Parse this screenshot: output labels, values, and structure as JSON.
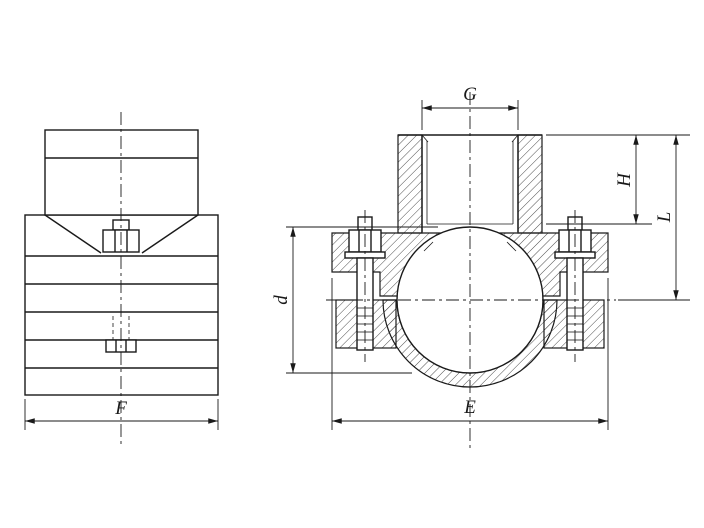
{
  "drawing": {
    "background": "#ffffff",
    "line_color": "#1a1a1a",
    "front_view": {
      "width_dim": "F"
    },
    "section_view": {
      "thread_dim": "G",
      "neck_height_dim": "H",
      "height_dim": "L",
      "bore_dim": "d",
      "width_dim": "E"
    }
  }
}
